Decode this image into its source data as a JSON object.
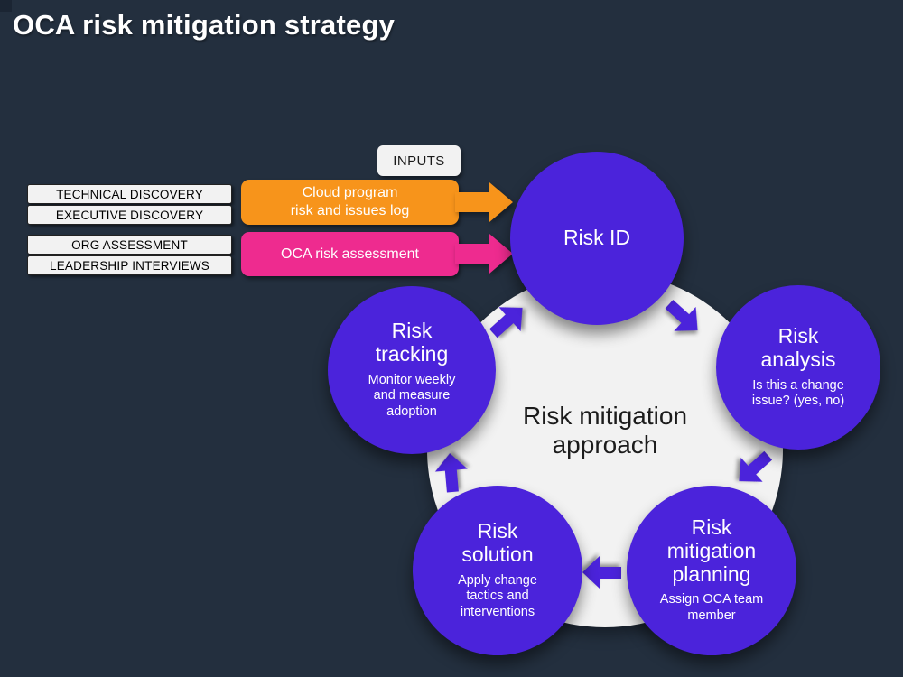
{
  "title": "OCA risk mitigation strategy",
  "inputs": {
    "heading": "INPUTS",
    "sources": [
      "TECHNICAL DISCOVERY",
      "EXECUTIVE DISCOVERY",
      "ORG ASSESSMENT",
      "LEADERSHIP INTERVIEWS"
    ],
    "streams": [
      {
        "name": "cloud-program-risk-log",
        "line1": "Cloud program",
        "line2": "risk and issues log"
      },
      {
        "name": "oca-risk-assessment",
        "line1": "OCA risk assessment",
        "line2": ""
      }
    ]
  },
  "cycle": {
    "center_line1": "Risk mitigation",
    "center_line2": "approach",
    "nodes": [
      {
        "title": "Risk ID",
        "subtitle": ""
      },
      {
        "title": "Risk analysis",
        "subtitle": "Is this a change issue? (yes, no)"
      },
      {
        "title": "Risk mitigation planning",
        "subtitle": "Assign OCA team member"
      },
      {
        "title": "Risk solution",
        "subtitle": "Apply change tactics and interventions"
      },
      {
        "title": "Risk tracking",
        "subtitle": "Monitor weekly and measure adoption"
      }
    ]
  },
  "colors": {
    "background": "#232F3E",
    "node_purple": "#4B23DB",
    "orange": "#F7941B",
    "pink": "#EE2B8F",
    "panel_light": "#F2F2F2"
  }
}
